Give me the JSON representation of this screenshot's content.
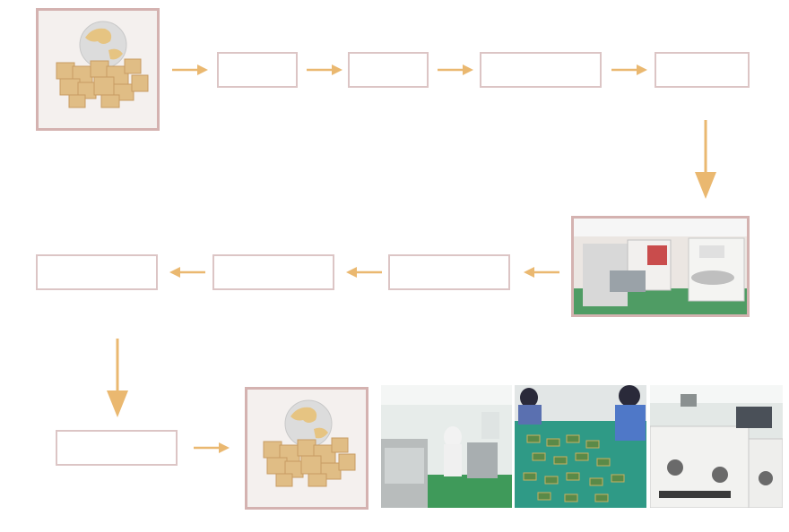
{
  "colors": {
    "arrow": "#eab870",
    "box_border": "#dcc5c5",
    "frame_border": "#d4b2b0"
  },
  "steps": [
    {
      "label": ""
    },
    {
      "label": ""
    },
    {
      "label": ""
    },
    {
      "label": ""
    },
    {
      "label": ""
    },
    {
      "label": ""
    },
    {
      "label": ""
    },
    {
      "label": ""
    }
  ],
  "images": {
    "globe_start": "globe-with-boxes",
    "machine": "production-machine",
    "globe_end": "globe-with-boxes",
    "photos": [
      "clean-room-workshop",
      "assembly-line-workers",
      "reflow-oven-machines"
    ]
  }
}
